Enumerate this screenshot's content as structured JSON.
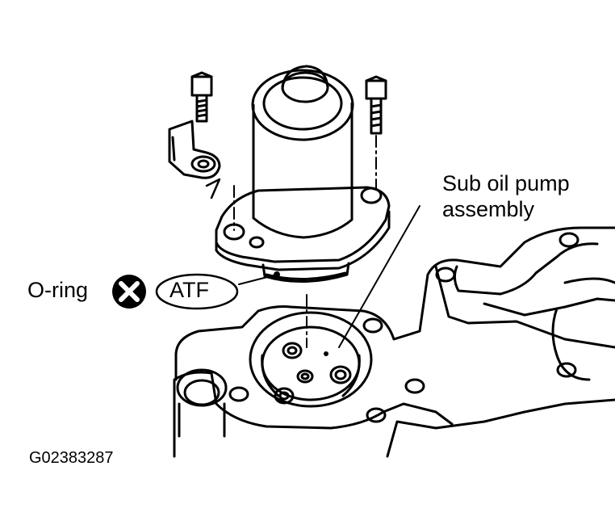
{
  "labels": {
    "sub_oil_pump_line1": "Sub oil pump",
    "sub_oil_pump_line2": "assembly",
    "o_ring": "O-ring",
    "atf": "ATF",
    "figure_code": "G02383287"
  },
  "icons": {
    "replace_mark": "x-circle-icon"
  },
  "colors": {
    "line": "#000000",
    "background": "#ffffff"
  }
}
